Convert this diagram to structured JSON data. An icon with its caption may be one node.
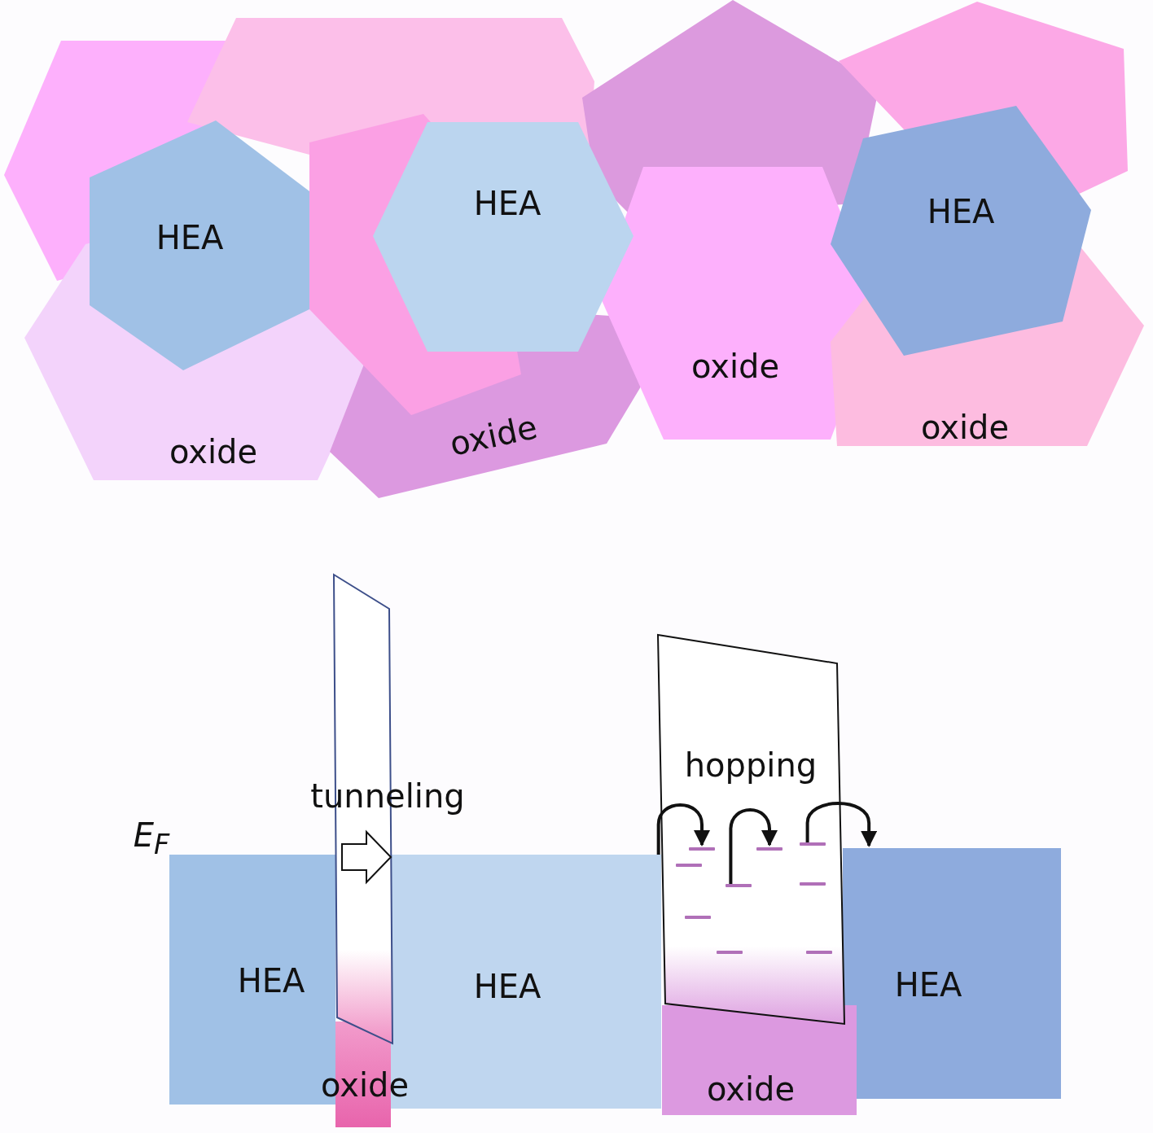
{
  "diagram": {
    "nodes": [
      {
        "text": [],
        "shape": "polygon"
      },
      {
        "text": [],
        "shape": "polygon"
      },
      {
        "text": [],
        "shape": "polygon"
      },
      {
        "text": [],
        "shape": "polygon"
      },
      {
        "text": [],
        "shape": "polygon"
      },
      {
        "text": [
          "oxide"
        ]
      },
      {
        "text": [
          "oxide"
        ]
      },
      {
        "text": [
          "oxide"
        ]
      },
      {
        "text": [
          "oxide"
        ]
      },
      {
        "text": [
          "HEA"
        ]
      },
      {
        "text": [
          "HEA"
        ]
      },
      {
        "text": [
          "HEA"
        ]
      },
      {
        "text": [
          "HEA"
        ]
      },
      {
        "text": [
          "HEA"
        ]
      },
      {
        "text": [
          "HEA"
        ]
      },
      {
        "text": [
          "oxide"
        ]
      },
      {
        "text": [
          "oxide"
        ]
      },
      {
        "text": [],
        "shape": "parallelogram"
      },
      {
        "text": [
          "hopping"
        ]
      },
      {
        "text": [],
        "shape": "bar",
        "in": 18
      },
      {
        "text": [],
        "shape": "bar",
        "in": 18
      },
      {
        "text": [],
        "shape": "bar",
        "in": 18
      },
      {
        "text": [],
        "shape": "bar",
        "in": 18
      },
      {
        "text": [],
        "shape": "bar",
        "in": 18
      },
      {
        "text": [],
        "shape": "bar",
        "in": 18
      },
      {
        "text": [],
        "shape": "bar",
        "in": 18
      },
      {
        "text": [],
        "shape": "bar",
        "in": 18
      },
      {
        "text": [],
        "shape": "bar",
        "in": 18
      }
    ],
    "edges": [
      {
        "from": 12,
        "to": 13,
        "arrow": "to"
      },
      {
        "from": 13,
        "to": 19,
        "arrow": "to"
      },
      {
        "from": 23,
        "to": 20,
        "arrow": "to"
      },
      {
        "from": 21,
        "to": 14,
        "arrow": "to"
      }
    ],
    "labels": [
      "tunneling",
      "E$_{F}$"
    ]
  }
}
